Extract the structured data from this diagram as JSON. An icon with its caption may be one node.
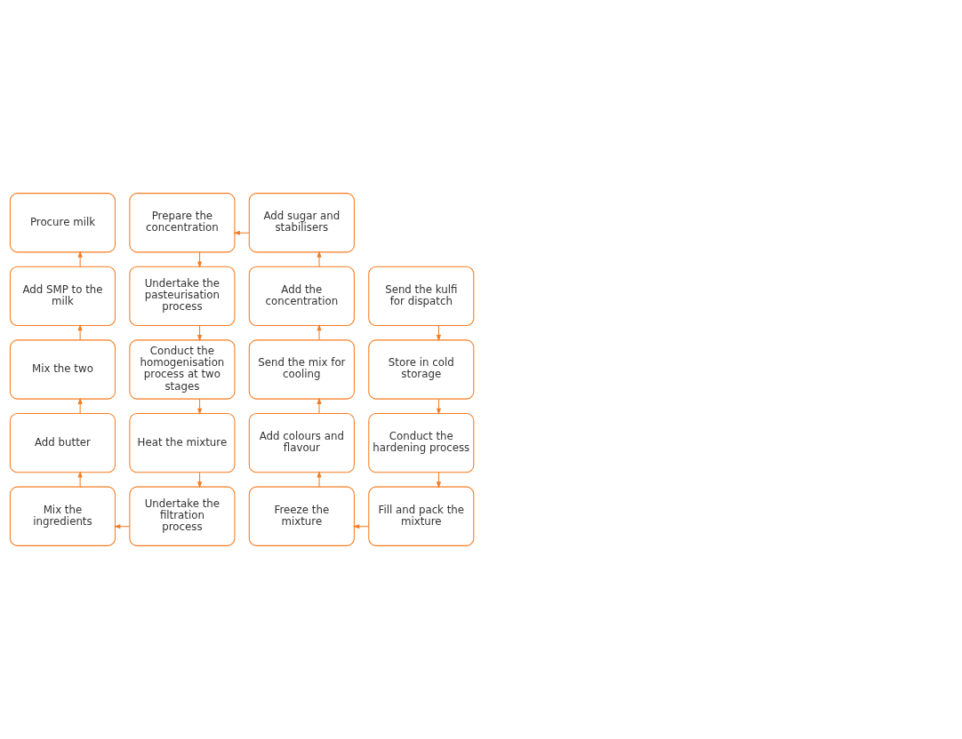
{
  "diagram": {
    "nodes": [
      {
        "text": [
          "Procure milk"
        ]
      },
      {
        "text": [
          "Prepare the concentration"
        ]
      },
      {
        "text": [
          "Add sugar and stabilisers"
        ]
      },
      {
        "text": [
          "Add SMP to the milk"
        ]
      },
      {
        "text": [
          "Undertake the pasteurisation process"
        ]
      },
      {
        "text": [
          "Add the concentration"
        ]
      },
      {
        "text": [
          "Send the kulfi for dispatch"
        ]
      },
      {
        "text": [
          "Mix the two"
        ]
      },
      {
        "text": [
          "Conduct the homogenisation process at two stages"
        ]
      },
      {
        "text": [
          "Send the mix for cooling"
        ]
      },
      {
        "text": [
          "Store in cold storage"
        ]
      },
      {
        "text": [
          "Add butter"
        ]
      },
      {
        "text": [
          "Heat the mixture"
        ]
      },
      {
        "text": [
          "Add colours and flavour"
        ]
      },
      {
        "text": [
          "Conduct the hardening process"
        ]
      },
      {
        "text": [
          "Mix the ingredients"
        ]
      },
      {
        "text": [
          "Undertake the filtration process"
        ]
      },
      {
        "text": [
          "Freeze the mixture"
        ]
      },
      {
        "text": [
          "Fill and pack the mixture"
        ]
      }
    ],
    "edges": [
      {
        "from": 6,
        "to": 10,
        "arrow": "to"
      },
      {
        "from": 10,
        "to": 14,
        "arrow": "to"
      },
      {
        "from": 14,
        "to": 18,
        "arrow": "to"
      },
      {
        "from": 18,
        "to": 17,
        "arrow": "to"
      },
      {
        "from": 17,
        "to": 13,
        "arrow": "to"
      },
      {
        "from": 13,
        "to": 9,
        "arrow": "to"
      },
      {
        "from": 9,
        "to": 5,
        "arrow": "to"
      },
      {
        "from": 5,
        "to": 2,
        "arrow": "to"
      },
      {
        "from": 2,
        "to": 1,
        "arrow": "to"
      },
      {
        "from": 1,
        "to": 4,
        "arrow": "to"
      },
      {
        "from": 4,
        "to": 8,
        "arrow": "to"
      },
      {
        "from": 8,
        "to": 12,
        "arrow": "to"
      },
      {
        "from": 12,
        "to": 16,
        "arrow": "to"
      },
      {
        "from": 16,
        "to": 15,
        "arrow": "to"
      },
      {
        "from": 15,
        "to": 11,
        "arrow": "to"
      },
      {
        "from": 11,
        "to": 7,
        "arrow": "to"
      },
      {
        "from": 7,
        "to": 3,
        "arrow": "to"
      },
      {
        "from": 3,
        "to": 0,
        "arrow": "to"
      }
    ]
  }
}
